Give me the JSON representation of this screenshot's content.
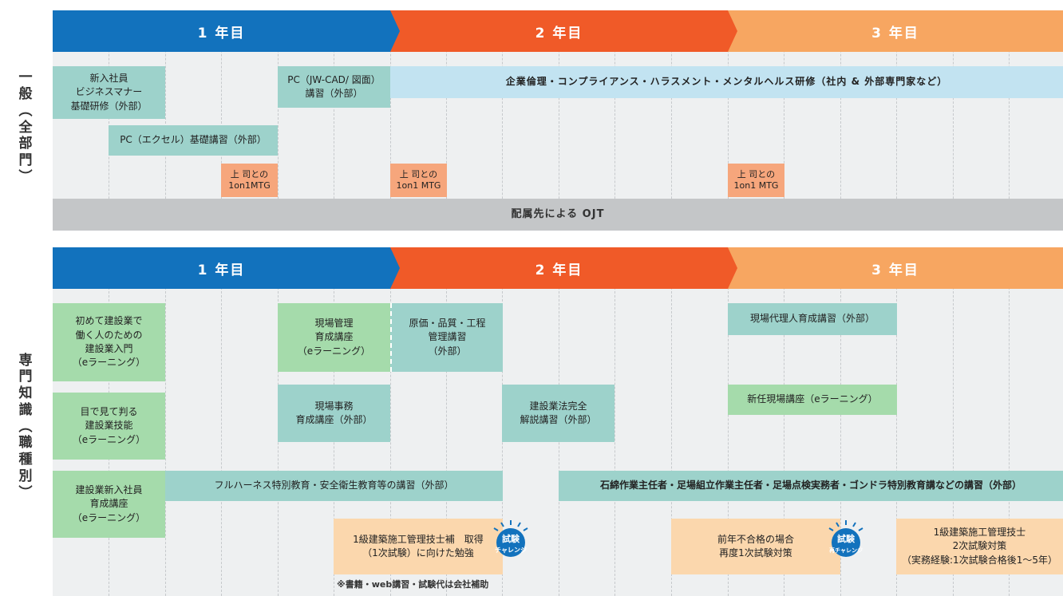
{
  "general": {
    "label": [
      "一",
      "般",
      "︵",
      "全",
      "部",
      "門",
      "︶"
    ],
    "years": [
      "1 年目",
      "2 年目",
      "3 年目"
    ],
    "newhire_training": [
      "新入社員",
      "ビジネスマナー",
      "基礎研修（外部）"
    ],
    "pc_cad": [
      "PC（JW-CAD/ 図面）",
      "講習（外部）"
    ],
    "ethics": "企業倫理・コンプライアンス・ハラスメント・メンタルヘルス研修（社内 & 外部専門家など）",
    "pc_excel": "PC（エクセル）基礎講習（外部）",
    "mtg1": [
      "上 司との",
      "1on1MTG"
    ],
    "mtg2": [
      "上 司との",
      "1on1 MTG"
    ],
    "mtg3": [
      "上 司との",
      "1on1 MTG"
    ],
    "ojt": "配属先による OJT"
  },
  "specialized": {
    "label": [
      "専",
      "門",
      "知",
      "識",
      "︵",
      "職",
      "種",
      "別",
      "︶"
    ],
    "years": [
      "1 年目",
      "2 年目",
      "3 年目"
    ],
    "intro": [
      "初めて建設業で",
      "働く人のための",
      "建設業入門",
      "（eラーニング）"
    ],
    "site_mgmt": [
      "現場管理",
      "育成講座",
      "（eラーニング）"
    ],
    "cost_quality": [
      "原価・品質・工程",
      "管理講習",
      "（外部）"
    ],
    "agent": "現場代理人育成講習（外部）",
    "visual": [
      "目で見て判る",
      "建設業技能",
      "（eラーニング）"
    ],
    "site_office": [
      "現場事務",
      "育成講座（外部）"
    ],
    "law": [
      "建設業法完全",
      "解説講習（外部）"
    ],
    "new_site": "新任現場講座（eラーニング）",
    "newhire": [
      "建設業新入社員",
      "育成講座",
      "（eラーニング）"
    ],
    "harness": "フルハーネス特別教育・安全衛生教育等の講習（外部）",
    "asbestos": "石綿作業主任者・足場組立作業主任者・足場点検実務者・ゴンドラ特別教育講などの講習（外部）",
    "exam1": [
      "1級建築施工管理技士補　取得",
      "（1次試験）に向けた勉強"
    ],
    "badge1": [
      "試験",
      "チャレンジ"
    ],
    "retry": [
      "前年不合格の場合",
      "再度1次試験対策"
    ],
    "badge2": [
      "試験",
      "再チャレンジ"
    ],
    "exam2": [
      "1級建築施工管理技士",
      "2次試験対策",
      "（実務経験:1次試験合格後1～5年）"
    ],
    "subsidy_note": "※書籍・web講習・試験代は会社補助"
  },
  "colors": {
    "year1": "#1272bd",
    "year2": "#f05a28",
    "year3": "#f7a661",
    "green": "#a5dbab",
    "teal": "#9dd2cb",
    "blue": "#c2e3f1",
    "orange": "#f6a67c",
    "peach": "#fbd7ad",
    "gray": "#c4c6c8"
  }
}
